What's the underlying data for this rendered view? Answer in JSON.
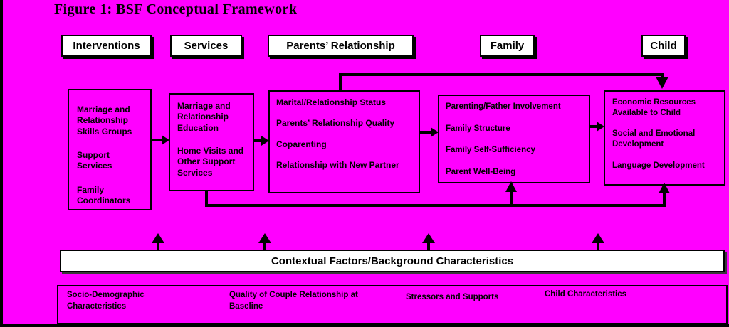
{
  "title": "Figure 1: BSF Conceptual Framework",
  "colors": {
    "background": "#ff00ff",
    "line": "#000000",
    "panel_fill": "#ffffff",
    "text": "#000000"
  },
  "headers": {
    "interventions": "Interventions",
    "services": "Services",
    "parents_relationship": "Parents’ Relationship",
    "family": "Family",
    "child": "Child"
  },
  "boxes": {
    "interventions": {
      "items": [
        "Marriage and Relationship Skills Groups",
        "Support Services",
        "Family Coordinators"
      ]
    },
    "services": {
      "items": [
        "Marriage and Relationship Education",
        "Home Visits and Other Support Services"
      ]
    },
    "parents_relationship": {
      "items": [
        "Marital/Relationship Status",
        "Parents’ Relationship Quality",
        "Coparenting",
        "Relationship with New Partner"
      ]
    },
    "family": {
      "items": [
        "Parenting/Father Involvement",
        "Family Structure",
        "Family Self-Sufficiency",
        "Parent Well-Being"
      ]
    },
    "child": {
      "items": [
        "Economic Resources Available to Child",
        "Social and Emotional Development",
        "Language Development"
      ]
    }
  },
  "contextual": {
    "bar_label": "Contextual Factors/Background Characteristics",
    "items": [
      "Socio-Demographic Characteristics",
      "Quality of Couple Relationship at Baseline",
      "Stressors and Supports",
      "Child Characteristics"
    ]
  }
}
